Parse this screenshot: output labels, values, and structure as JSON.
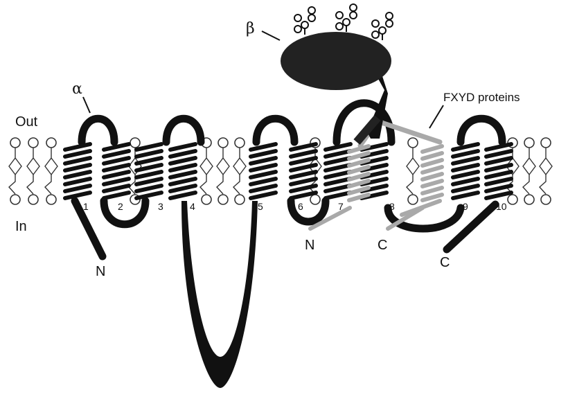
{
  "labels": {
    "alpha": "α",
    "beta": "β",
    "out": "Out",
    "in": "In",
    "fxyd": "FXYD proteins",
    "alpha_n": "N",
    "fxyd_n": "N",
    "fxyd_c": "C",
    "alpha_c": "C"
  },
  "helix_numbers": [
    "1",
    "2",
    "3",
    "4",
    "5",
    "6",
    "7",
    "8",
    "9",
    "10"
  ],
  "colors": {
    "alpha_subunit": "#111111",
    "beta_subunit": "#222222",
    "fxyd_protein": "#a9a9a9",
    "lipid": "#333333",
    "background": "#ffffff"
  }
}
